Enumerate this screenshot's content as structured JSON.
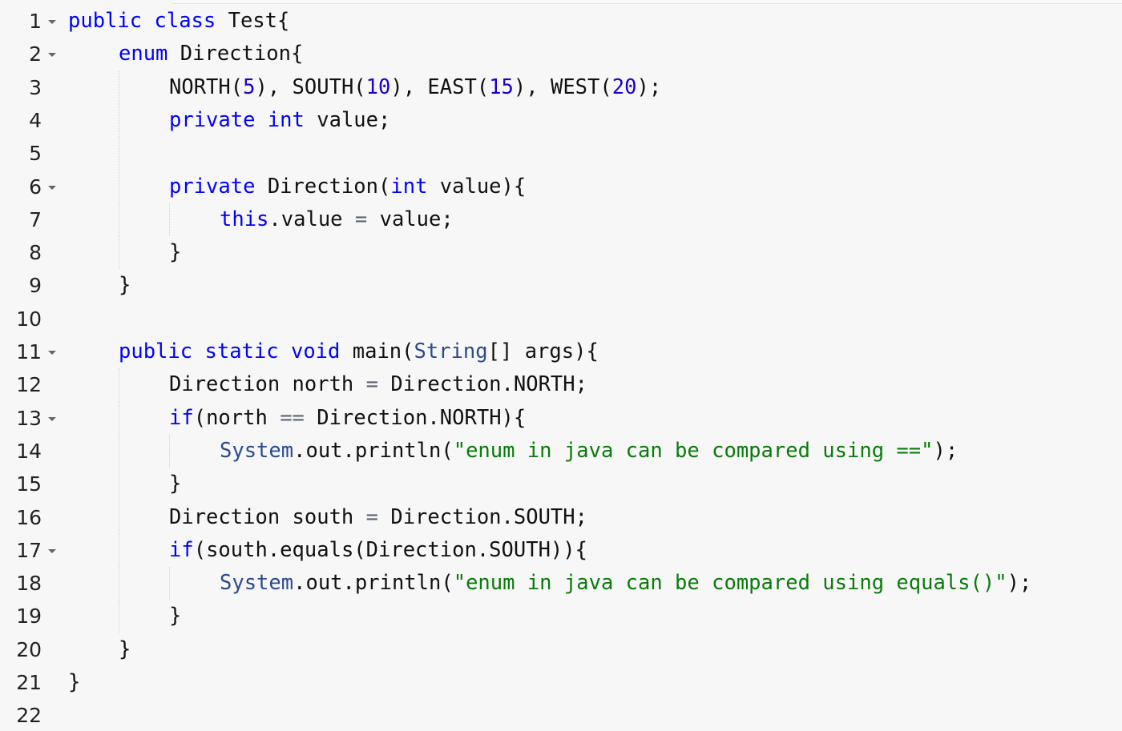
{
  "editor": {
    "language": "java",
    "lines": [
      {
        "number": "1",
        "fold": true,
        "indent": 0,
        "tokens": [
          {
            "text": "public",
            "type": "keyword"
          },
          {
            "text": " ",
            "type": "plain"
          },
          {
            "text": "class",
            "type": "keyword"
          },
          {
            "text": " Test{",
            "type": "plain"
          }
        ]
      },
      {
        "number": "2",
        "fold": true,
        "indent": 1,
        "tokens": [
          {
            "text": "enum",
            "type": "keyword"
          },
          {
            "text": " Direction{",
            "type": "plain"
          }
        ]
      },
      {
        "number": "3",
        "fold": false,
        "indent": 2,
        "tokens": [
          {
            "text": "NORTH(",
            "type": "plain"
          },
          {
            "text": "5",
            "type": "number"
          },
          {
            "text": "), SOUTH(",
            "type": "plain"
          },
          {
            "text": "10",
            "type": "number"
          },
          {
            "text": "), EAST(",
            "type": "plain"
          },
          {
            "text": "15",
            "type": "number"
          },
          {
            "text": "), WEST(",
            "type": "plain"
          },
          {
            "text": "20",
            "type": "number"
          },
          {
            "text": ");",
            "type": "plain"
          }
        ]
      },
      {
        "number": "4",
        "fold": false,
        "indent": 2,
        "tokens": [
          {
            "text": "private",
            "type": "keyword"
          },
          {
            "text": " ",
            "type": "plain"
          },
          {
            "text": "int",
            "type": "keyword"
          },
          {
            "text": " value;",
            "type": "plain"
          }
        ]
      },
      {
        "number": "5",
        "fold": false,
        "indent": 2,
        "tokens": []
      },
      {
        "number": "6",
        "fold": true,
        "indent": 2,
        "tokens": [
          {
            "text": "private",
            "type": "keyword"
          },
          {
            "text": " Direction(",
            "type": "plain"
          },
          {
            "text": "int",
            "type": "keyword"
          },
          {
            "text": " value){",
            "type": "plain"
          }
        ]
      },
      {
        "number": "7",
        "fold": false,
        "indent": 3,
        "tokens": [
          {
            "text": "this",
            "type": "keyword"
          },
          {
            "text": ".value ",
            "type": "plain"
          },
          {
            "text": "=",
            "type": "operator"
          },
          {
            "text": " value;",
            "type": "plain"
          }
        ]
      },
      {
        "number": "8",
        "fold": false,
        "indent": 2,
        "tokens": [
          {
            "text": "}",
            "type": "plain"
          }
        ]
      },
      {
        "number": "9",
        "fold": false,
        "indent": 1,
        "tokens": [
          {
            "text": "}",
            "type": "plain"
          }
        ]
      },
      {
        "number": "10",
        "fold": false,
        "indent": 1,
        "tokens": []
      },
      {
        "number": "11",
        "fold": true,
        "indent": 1,
        "tokens": [
          {
            "text": "public",
            "type": "keyword"
          },
          {
            "text": " ",
            "type": "plain"
          },
          {
            "text": "static",
            "type": "keyword"
          },
          {
            "text": " ",
            "type": "plain"
          },
          {
            "text": "void",
            "type": "keyword"
          },
          {
            "text": " main(",
            "type": "plain"
          },
          {
            "text": "String",
            "type": "type"
          },
          {
            "text": "[] args){",
            "type": "plain"
          }
        ]
      },
      {
        "number": "12",
        "fold": false,
        "indent": 2,
        "tokens": [
          {
            "text": "Direction north ",
            "type": "plain"
          },
          {
            "text": "=",
            "type": "operator"
          },
          {
            "text": " Direction.NORTH;",
            "type": "plain"
          }
        ]
      },
      {
        "number": "13",
        "fold": true,
        "indent": 2,
        "tokens": [
          {
            "text": "if",
            "type": "keyword"
          },
          {
            "text": "(north ",
            "type": "plain"
          },
          {
            "text": "==",
            "type": "operator"
          },
          {
            "text": " Direction.NORTH){",
            "type": "plain"
          }
        ]
      },
      {
        "number": "14",
        "fold": false,
        "indent": 3,
        "tokens": [
          {
            "text": "System",
            "type": "type"
          },
          {
            "text": ".out.println(",
            "type": "plain"
          },
          {
            "text": "\"enum in java can be compared using ==\"",
            "type": "string"
          },
          {
            "text": ");",
            "type": "plain"
          }
        ]
      },
      {
        "number": "15",
        "fold": false,
        "indent": 2,
        "tokens": [
          {
            "text": "}",
            "type": "plain"
          }
        ]
      },
      {
        "number": "16",
        "fold": false,
        "indent": 2,
        "tokens": [
          {
            "text": "Direction south ",
            "type": "plain"
          },
          {
            "text": "=",
            "type": "operator"
          },
          {
            "text": " Direction.SOUTH;",
            "type": "plain"
          }
        ]
      },
      {
        "number": "17",
        "fold": true,
        "indent": 2,
        "tokens": [
          {
            "text": "if",
            "type": "keyword"
          },
          {
            "text": "(south.equals(Direction.SOUTH)){",
            "type": "plain"
          }
        ]
      },
      {
        "number": "18",
        "fold": false,
        "indent": 3,
        "tokens": [
          {
            "text": "System",
            "type": "type"
          },
          {
            "text": ".out.println(",
            "type": "plain"
          },
          {
            "text": "\"enum in java can be compared using equals()\"",
            "type": "string"
          },
          {
            "text": ");",
            "type": "plain"
          }
        ]
      },
      {
        "number": "19",
        "fold": false,
        "indent": 2,
        "tokens": [
          {
            "text": "}",
            "type": "plain"
          }
        ]
      },
      {
        "number": "20",
        "fold": false,
        "indent": 1,
        "tokens": [
          {
            "text": "}",
            "type": "plain"
          }
        ]
      },
      {
        "number": "21",
        "fold": false,
        "indent": 0,
        "tokens": [
          {
            "text": "}",
            "type": "plain"
          }
        ]
      },
      {
        "number": "22",
        "fold": false,
        "indent": 0,
        "tokens": []
      }
    ]
  },
  "icons": {
    "fold": "fold-arrow-down-icon"
  },
  "colors": {
    "background": "#f7f7f7",
    "keyword": "#0000ff",
    "type": "#2b4b8c",
    "number": "#1c00cf",
    "string": "#0a7a0a",
    "text": "#111111"
  }
}
